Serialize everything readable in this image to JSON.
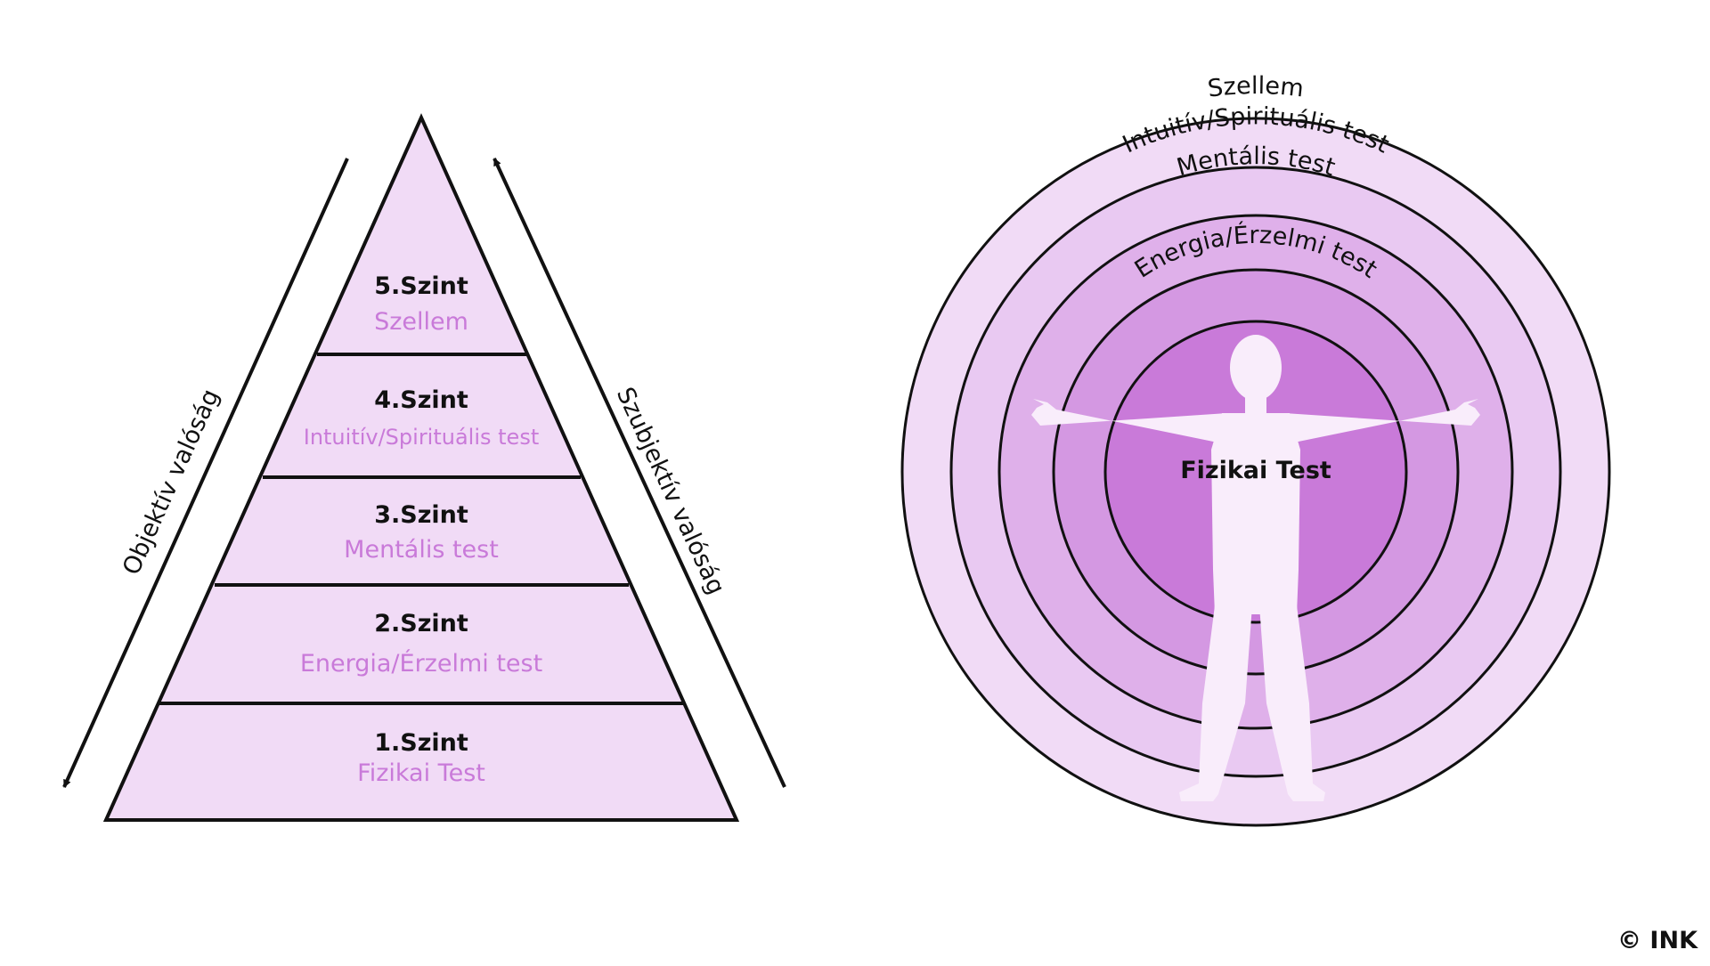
{
  "colors": {
    "pyramid_fill": "#f1dbf6",
    "sublabel": "#c97ad9",
    "ring_outer": "#f1dbf6",
    "ring_2": "#e9c9f2",
    "ring_3": "#dfb0ea",
    "ring_4": "#d498e2",
    "ring_core": "#c97ad9",
    "silhouette": "#f9edfb",
    "stroke": "#111111"
  },
  "pyramid": {
    "levels": [
      {
        "level": "5.Szint",
        "name": "Szellem"
      },
      {
        "level": "4.Szint",
        "name": "Intuitív/Spirituális test"
      },
      {
        "level": "3.Szint",
        "name": "Mentális test"
      },
      {
        "level": "2.Szint",
        "name": "Energia/Érzelmi test"
      },
      {
        "level": "1.Szint",
        "name": "Fizikai Test"
      }
    ],
    "left_axis": "Objektív valóság",
    "right_axis": "Szubjektív valóság"
  },
  "rings": {
    "outer_to_inner": [
      "Szellem",
      "Intuitív/Spirituális test",
      "Mentális test",
      "Energia/Érzelmi test"
    ],
    "center": "Fizikai Test"
  },
  "copyright": "© INK"
}
